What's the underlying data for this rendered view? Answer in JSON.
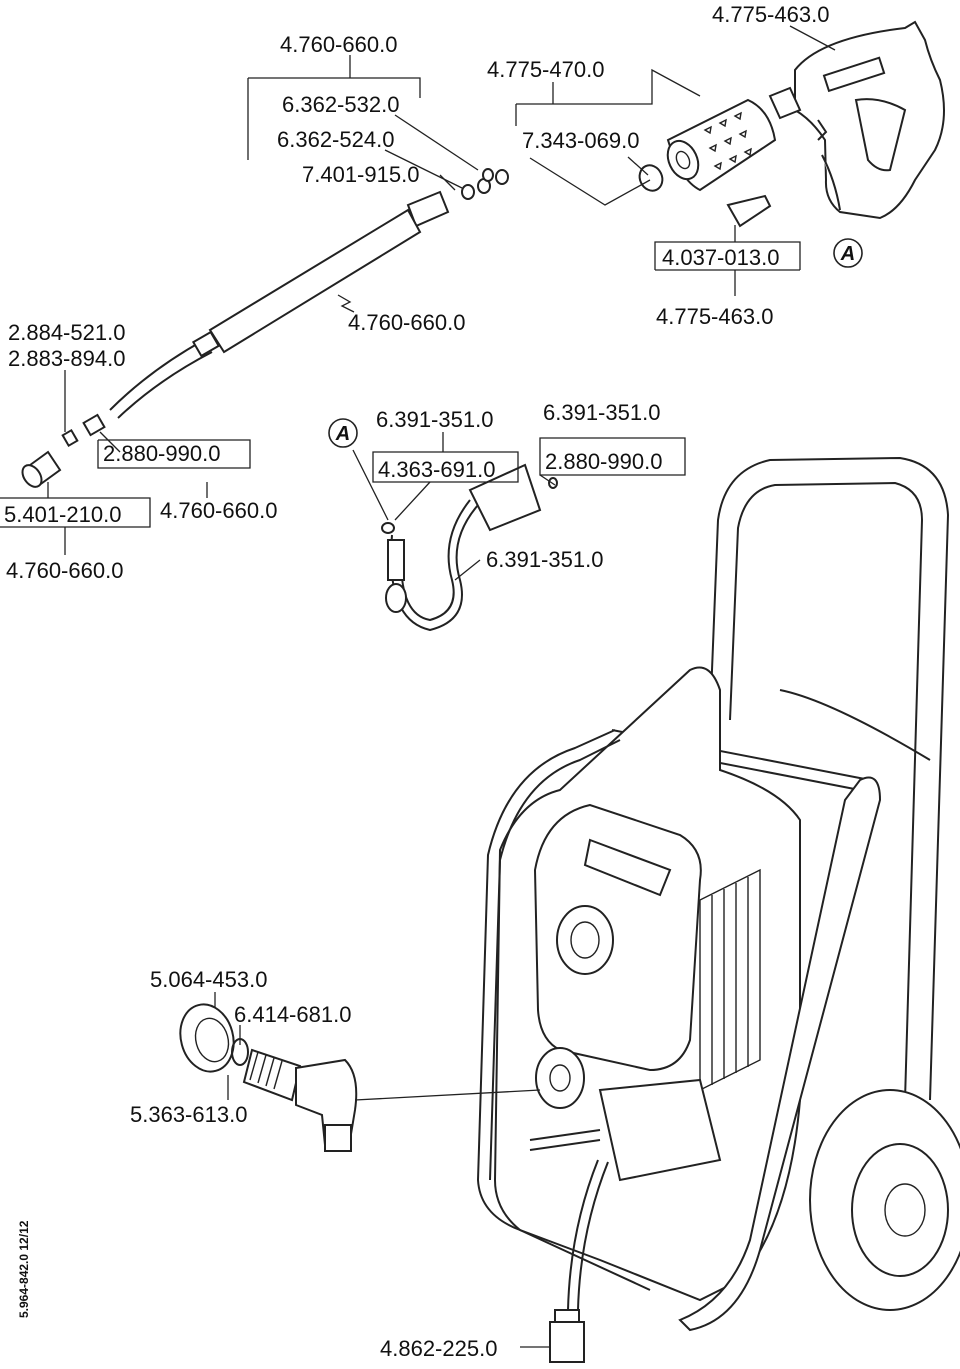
{
  "parts": {
    "lance_assy_top": "4.760-660.0",
    "oring_532": "6.362-532.0",
    "oring_524": "6.362-524.0",
    "seal_915": "7.401-915.0",
    "lance_mid": "4.760-660.0",
    "nozzle_assy_a": "2.884-521.0",
    "nozzle_assy_b": "2.883-894.0",
    "nozzle_990_left": "2.880-990.0",
    "lance_lower_right": "4.760-660.0",
    "cap_210": "5.401-210.0",
    "lance_lower_left": "4.760-660.0",
    "foam_set": "4.775-470.0",
    "foam_ring": "7.343-069.0",
    "gun_top": "4.775-463.0",
    "trigger_lock": "4.037-013.0",
    "gun_bottom": "4.775-463.0",
    "hose_351_a": "6.391-351.0",
    "hose_691": "4.363-691.0",
    "hose_351_b": "6.391-351.0",
    "hose_990": "2.880-990.0",
    "hose_351_c": "6.391-351.0",
    "inlet_453": "5.064-453.0",
    "inlet_681": "6.414-681.0",
    "inlet_613": "5.363-613.0",
    "suction_225": "4.862-225.0"
  },
  "markers": {
    "ref_letter": "A"
  },
  "doc": {
    "number_date": "5.964-842.0  12/12"
  }
}
